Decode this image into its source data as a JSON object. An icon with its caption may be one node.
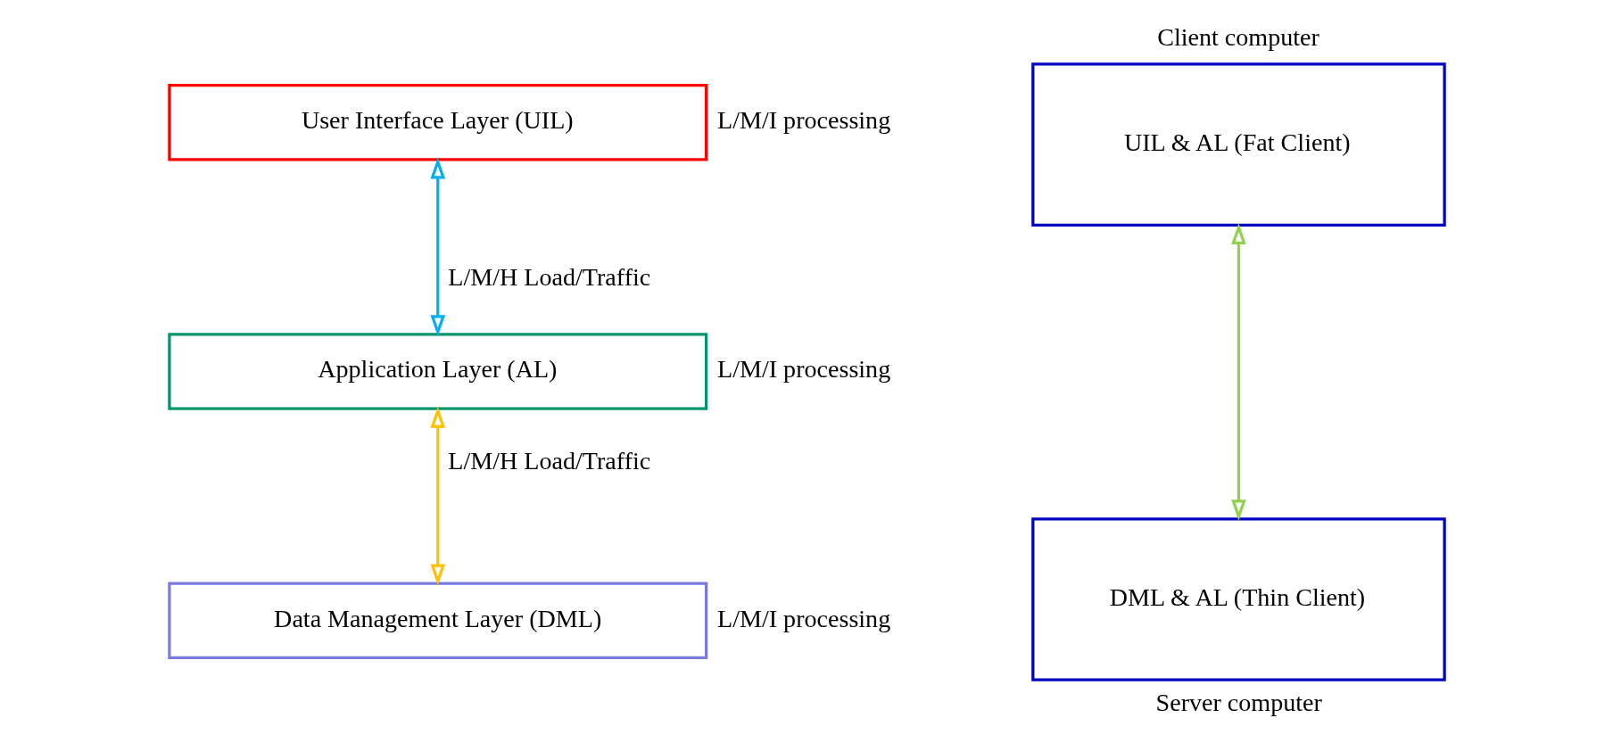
{
  "diagram": {
    "nodes": [
      {
        "text": [
          "User Interface Layer (UIL)"
        ],
        "beside": [
          "L/M/I processing"
        ]
      },
      {
        "text": [
          "Application Layer (AL)"
        ],
        "beside": [
          "L/M/I processing"
        ]
      },
      {
        "text": [
          "Data Management Layer (DML)"
        ],
        "beside": [
          "L/M/I processing"
        ]
      },
      {
        "text": [
          "UIL & AL (Fat Client)"
        ],
        "beside": [
          "Client computer"
        ]
      },
      {
        "text": [
          "DML & AL (Thin Client)"
        ],
        "beside": [
          "Server computer"
        ]
      }
    ],
    "edges": [
      {
        "from": 0,
        "to": 1,
        "arrow": "both",
        "label": "L/M/H Load/Traffic",
        "color": "#00b0f0"
      },
      {
        "from": 1,
        "to": 2,
        "arrow": "both",
        "label": "L/M/H Load/Traffic",
        "color": "#ffc000"
      },
      {
        "from": 3,
        "to": 4,
        "arrow": "both",
        "color": "#92d050"
      }
    ]
  }
}
